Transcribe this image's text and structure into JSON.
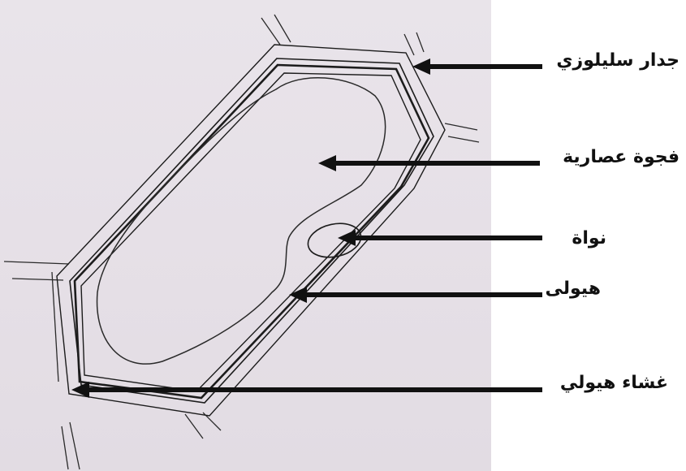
{
  "labels": {
    "cell_wall": "جدار سليلوزي",
    "vacuole": "فجوة عصارية",
    "nucleus": "نواة",
    "cytoplasm": "هيولى",
    "plasma_membrane": "غشاء هيولي"
  },
  "colors": {
    "paper": "#e6e0e7",
    "ink": "#111111"
  }
}
